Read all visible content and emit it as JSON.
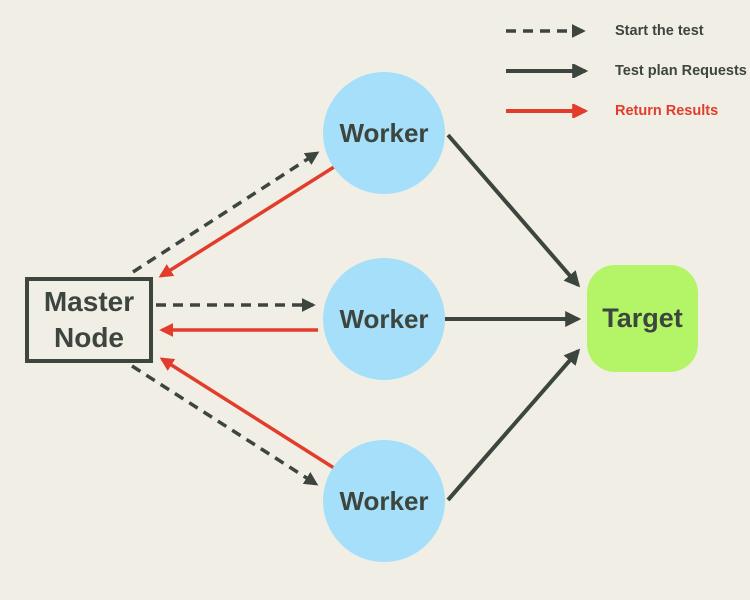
{
  "colors": {
    "background": "#F1EFE5",
    "dark": "#3D453F",
    "red": "#E23C2C",
    "worker_fill": "#A5DFFA",
    "target_fill": "#B3F566"
  },
  "legend": {
    "items": [
      {
        "label": "Start the test",
        "style": "dashed",
        "color": "#3D453F"
      },
      {
        "label": "Test plan Requests",
        "style": "solid",
        "color": "#3D453F"
      },
      {
        "label": "Return Results",
        "style": "solid",
        "color": "#E23C2C"
      }
    ]
  },
  "nodes": {
    "master": {
      "line1": "Master",
      "line2": "Node"
    },
    "workers": [
      {
        "label": "Worker"
      },
      {
        "label": "Worker"
      },
      {
        "label": "Worker"
      }
    ],
    "target": {
      "label": "Target"
    }
  },
  "edges": [
    {
      "from": "master",
      "to": "worker-top",
      "type": "start-the-test",
      "style": "dashed"
    },
    {
      "from": "master",
      "to": "worker-middle",
      "type": "start-the-test",
      "style": "dashed"
    },
    {
      "from": "master",
      "to": "worker-bottom",
      "type": "start-the-test",
      "style": "dashed"
    },
    {
      "from": "worker-top",
      "to": "master",
      "type": "return-results",
      "style": "solid"
    },
    {
      "from": "worker-middle",
      "to": "master",
      "type": "return-results",
      "style": "solid"
    },
    {
      "from": "worker-bottom",
      "to": "master",
      "type": "return-results",
      "style": "solid"
    },
    {
      "from": "worker-top",
      "to": "target",
      "type": "test-plan-requests",
      "style": "solid"
    },
    {
      "from": "worker-middle",
      "to": "target",
      "type": "test-plan-requests",
      "style": "solid"
    },
    {
      "from": "worker-bottom",
      "to": "target",
      "type": "test-plan-requests",
      "style": "solid"
    }
  ]
}
